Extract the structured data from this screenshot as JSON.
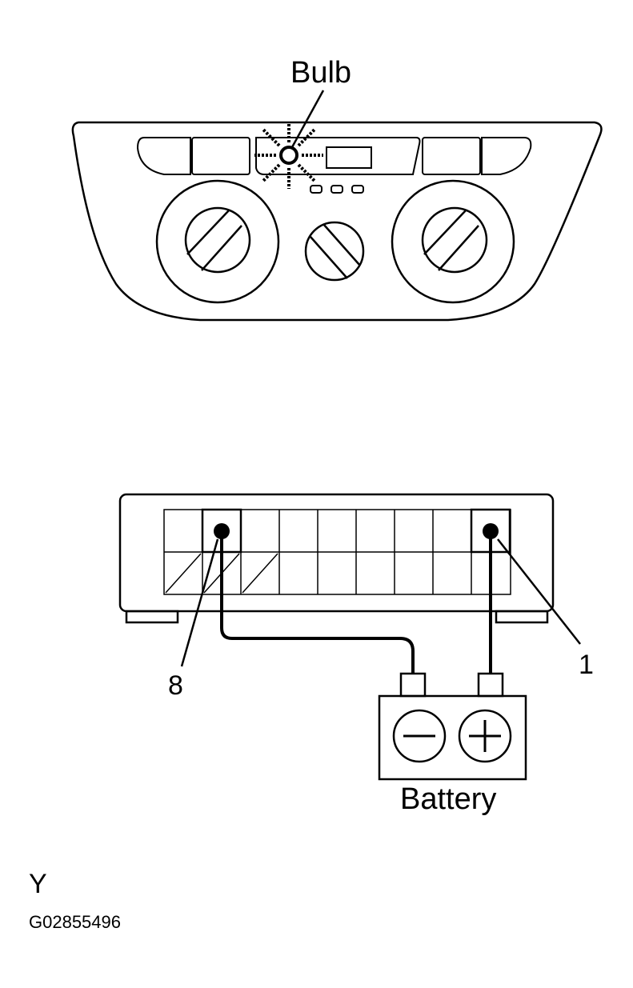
{
  "labels": {
    "bulb": "Bulb",
    "pin_eight": "8",
    "pin_one": "1",
    "battery": "Battery",
    "view_mark": "Y",
    "figure_code": "G02855496"
  },
  "battery_terminals": {
    "negative_symbol": "minus-symbol",
    "positive_symbol": "plus-symbol"
  },
  "colors": {
    "line": "#000000",
    "background": "#ffffff"
  }
}
